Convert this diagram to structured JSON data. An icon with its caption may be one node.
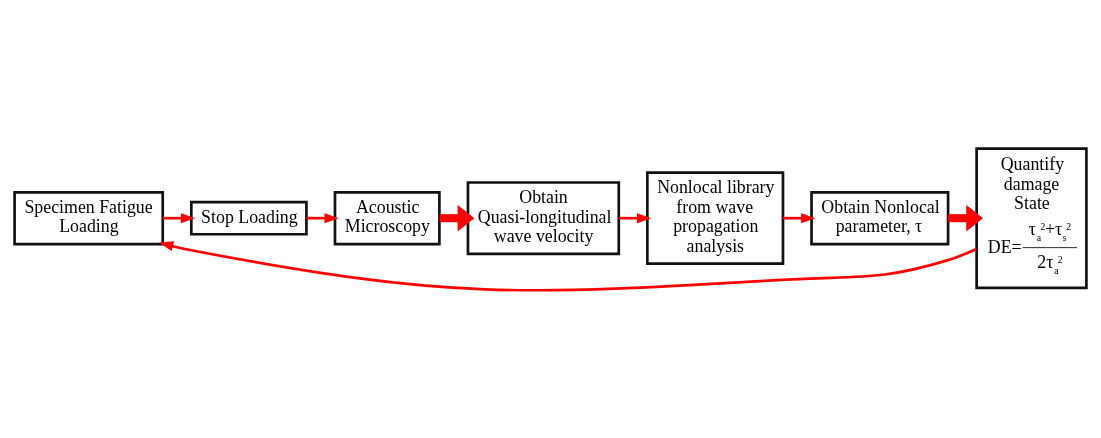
{
  "diagram": {
    "nodes": [
      {
        "text": [
          "Specimen Fatigue Loading"
        ]
      },
      {
        "text": [
          "Stop Loading"
        ]
      },
      {
        "text": [
          "Acoustic Microscopy"
        ]
      },
      {
        "text": [
          "Obtain Quasi-longitudinal wave velocity"
        ]
      },
      {
        "text": [
          "Nonlocal library from wave propagation analysis"
        ]
      },
      {
        "text": [
          "Obtain Nonlocal parameter, τ"
        ]
      },
      {
        "text": [
          "Quantify damage State",
          "DE=",
          "τ$_{a}$$^{2}$+τ$_{s}$$^{2}$",
          "2τ$_{a}$$^{2}$"
        ]
      }
    ],
    "edges": [
      {
        "from": 0,
        "to": 1,
        "arrow": "to"
      },
      {
        "from": 1,
        "to": 2,
        "arrow": "to"
      },
      {
        "from": 2,
        "to": 3,
        "arrow": "to",
        "style": "thick"
      },
      {
        "from": 3,
        "to": 4,
        "arrow": "to"
      },
      {
        "from": 4,
        "to": 5,
        "arrow": "to"
      },
      {
        "from": 5,
        "to": 6,
        "arrow": "to",
        "style": "thick"
      },
      {
        "from": 6,
        "to": 0,
        "arrow": "to"
      }
    ]
  }
}
